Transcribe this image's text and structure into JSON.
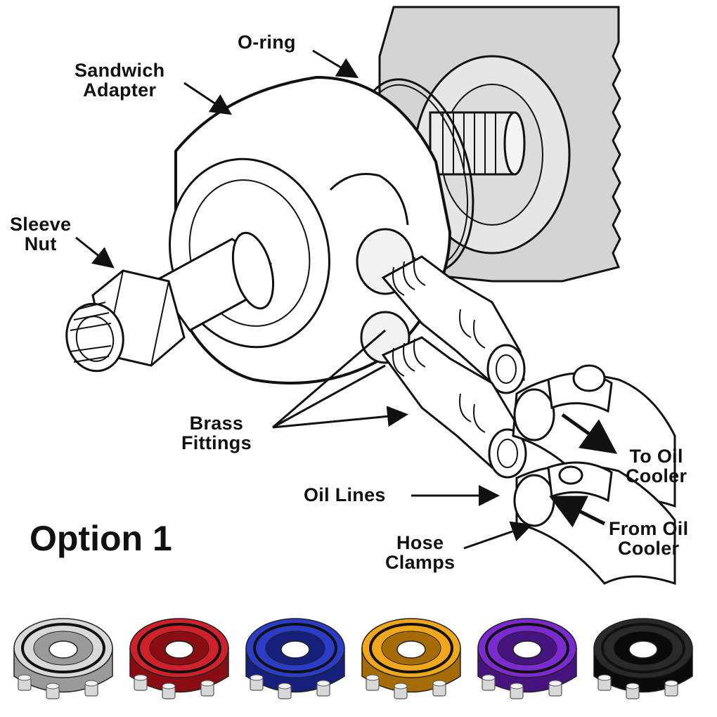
{
  "title": "Option 1",
  "labels": {
    "o_ring": "O-ring",
    "sandwich_adapter_1": "Sandwich",
    "sandwich_adapter_2": "Adapter",
    "sleeve_nut_1": "Sleeve",
    "sleeve_nut_2": "Nut",
    "brass_fittings_1": "Brass",
    "brass_fittings_2": "Fittings",
    "to_oil_cooler_1": "To Oil",
    "to_oil_cooler_2": "Cooler",
    "oil_lines": "Oil Lines",
    "from_oil_cooler_1": "From Oil",
    "from_oil_cooler_2": "Cooler",
    "hose_clamps_1": "Hose",
    "hose_clamps_2": "Clamps"
  },
  "variants": [
    {
      "color_name": "silver",
      "color": "#d9d9d9",
      "shade": "#9a9a9a"
    },
    {
      "color_name": "red",
      "color": "#d0202a",
      "shade": "#8a0d14"
    },
    {
      "color_name": "blue",
      "color": "#2a3cc8",
      "shade": "#15207a"
    },
    {
      "color_name": "gold",
      "color": "#f0a81a",
      "shade": "#a56c05"
    },
    {
      "color_name": "purple",
      "color": "#7a2ad0",
      "shade": "#47137f"
    },
    {
      "color_name": "black",
      "color": "#2a2a2a",
      "shade": "#0a0a0a"
    }
  ]
}
